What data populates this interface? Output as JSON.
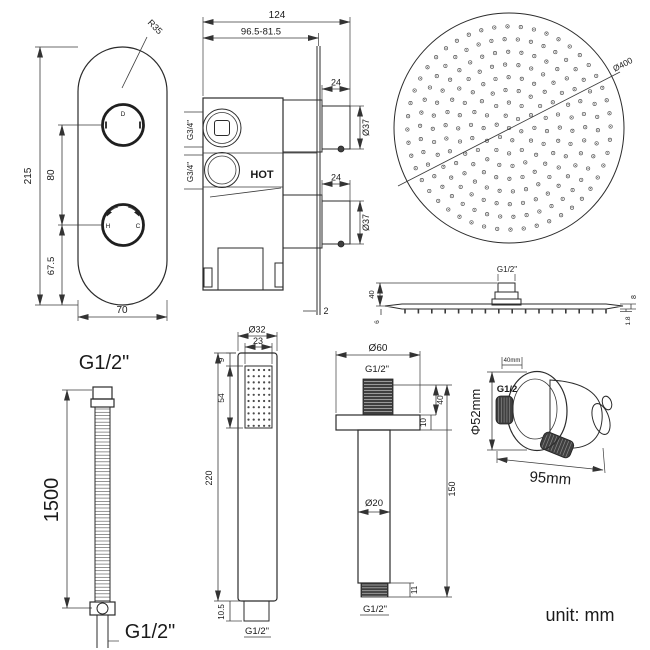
{
  "footer": {
    "unit_label": "unit: mm"
  },
  "trim_plate": {
    "radius_label": "R35",
    "height": "215",
    "knob_spacing": "80",
    "knob_offset": "67.5",
    "width": "70",
    "diverter_mark": "D",
    "hot_mark": "H",
    "cold_mark": "C"
  },
  "valve_body": {
    "width": "124",
    "depth_range": "96.5-81.5",
    "top_inlet": "G3/4\"",
    "bottom_inlet": "G3/4\"",
    "hot_label": "HOT",
    "top_boss_length": "24",
    "top_boss_dia": "Ø37",
    "bottom_boss_length": "24",
    "bottom_boss_dia": "Ø37",
    "plate_thickness": "2"
  },
  "overhead_face": {
    "diameter": "Ø400"
  },
  "overhead_side": {
    "thread": "G1/2\"",
    "connector_height": "40",
    "nozzle_drop": "6",
    "edge_height": "8",
    "panel_thickness": "1.8"
  },
  "hose": {
    "top_thread": "G1/2\"",
    "length": "1500",
    "bottom_thread": "G1/2\""
  },
  "hand_shower": {
    "head_dia": "Ø32",
    "face_width": "23",
    "top_offset": "9",
    "face_length": "54",
    "total_length": "220",
    "tail_length": "10.5",
    "thread": "G1/2\""
  },
  "shower_arm": {
    "flange_dia": "Ø60",
    "top_thread": "G1/2\"",
    "thread_length": "40",
    "flange_thickness": "10",
    "total_length": "150",
    "pipe_dia": "Ø20",
    "bottom_thread_length": "11",
    "bottom_thread": "G1/2\""
  },
  "wall_outlet": {
    "escutcheon_depth": "40mm",
    "thread": "G1/2",
    "flange_dia": "Φ52mm",
    "width": "95mm"
  }
}
